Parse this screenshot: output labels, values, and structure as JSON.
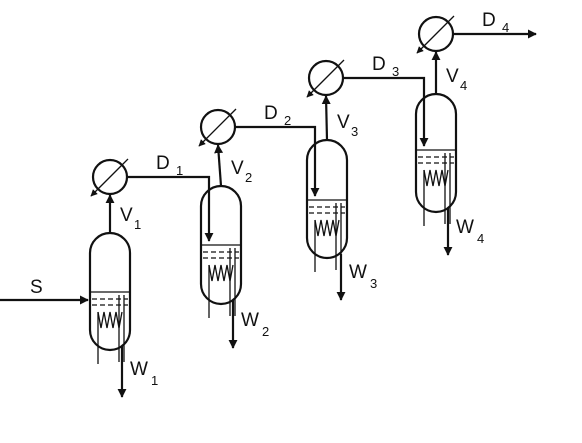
{
  "feed": {
    "label": "S"
  },
  "stages": [
    {
      "vapor": "V",
      "vapor_sub": "1",
      "distillate": "D",
      "distillate_sub": "1",
      "residue": "W",
      "residue_sub": "1"
    },
    {
      "vapor": "V",
      "vapor_sub": "2",
      "distillate": "D",
      "distillate_sub": "2",
      "residue": "W",
      "residue_sub": "2"
    },
    {
      "vapor": "V",
      "vapor_sub": "3",
      "distillate": "D",
      "distillate_sub": "3",
      "residue": "W",
      "residue_sub": "3"
    },
    {
      "vapor": "V",
      "vapor_sub": "4",
      "distillate": "D",
      "distillate_sub": "4",
      "residue": "W",
      "residue_sub": "4"
    }
  ]
}
